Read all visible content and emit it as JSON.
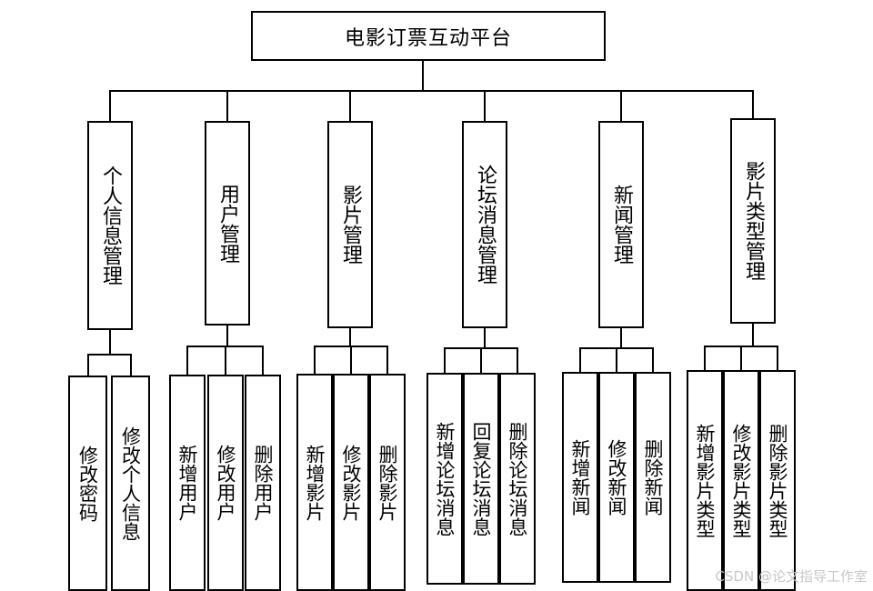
{
  "root": {
    "label": "电影订票互动平台"
  },
  "modules": [
    {
      "label": "个人信息管理",
      "children": [
        "修改密码",
        "修改个人信息"
      ]
    },
    {
      "label": "用户管理",
      "children": [
        "新增用户",
        "修改用户",
        "删除用户"
      ]
    },
    {
      "label": "影片管理",
      "children": [
        "新增影片",
        "修改影片",
        "删除影片"
      ]
    },
    {
      "label": "论坛消息管理",
      "children": [
        "新增论坛消息",
        "回复论坛消息",
        "删除论坛消息"
      ]
    },
    {
      "label": "新闻管理",
      "children": [
        "新增新闻",
        "修改新闻",
        "删除新闻"
      ]
    },
    {
      "label": "影片类型管理",
      "children": [
        "新增影片类型",
        "修改影片类型",
        "删除影片类型"
      ]
    }
  ],
  "watermark": "CSDN @论文指导工作室"
}
